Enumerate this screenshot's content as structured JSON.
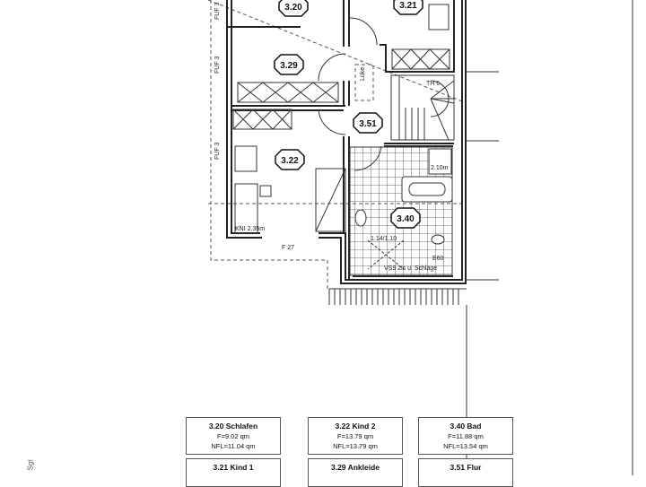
{
  "plan": {
    "rooms": [
      {
        "id": "3.20"
      },
      {
        "id": "3.21"
      },
      {
        "id": "3.29"
      },
      {
        "id": "3.51"
      },
      {
        "id": "3.22"
      },
      {
        "id": "3.40"
      }
    ],
    "annotations": {
      "fuf_top": "FUF 3",
      "fuf_mid": "FUF 3",
      "fuf_low": "FUF 3",
      "luke": "Lüke",
      "stair": "TH 6",
      "shower": "2.10m",
      "kni": "KNI 2.35m",
      "window": "F 27",
      "bath_door": "1.14/1.10",
      "e60": "E60",
      "vs": "VS9 2is u. Schläge"
    }
  },
  "legend": [
    {
      "name": "3.20 Schlafen",
      "f": "F=9.02 qm",
      "nfl": "NFL=11.04 qm"
    },
    {
      "name": "3.22 Kind 2",
      "f": "F=13.79 qm",
      "nfl": "NFL=13.79 qm"
    },
    {
      "name": "3.40 Bad",
      "f": "F=11.88 qm",
      "nfl": "NFL=13.54 qm"
    },
    {
      "name": "3.21 Kind 1"
    },
    {
      "name": "3.29 Ankleide"
    },
    {
      "name": "3.51 Flur"
    }
  ],
  "side_text": "Sgt"
}
